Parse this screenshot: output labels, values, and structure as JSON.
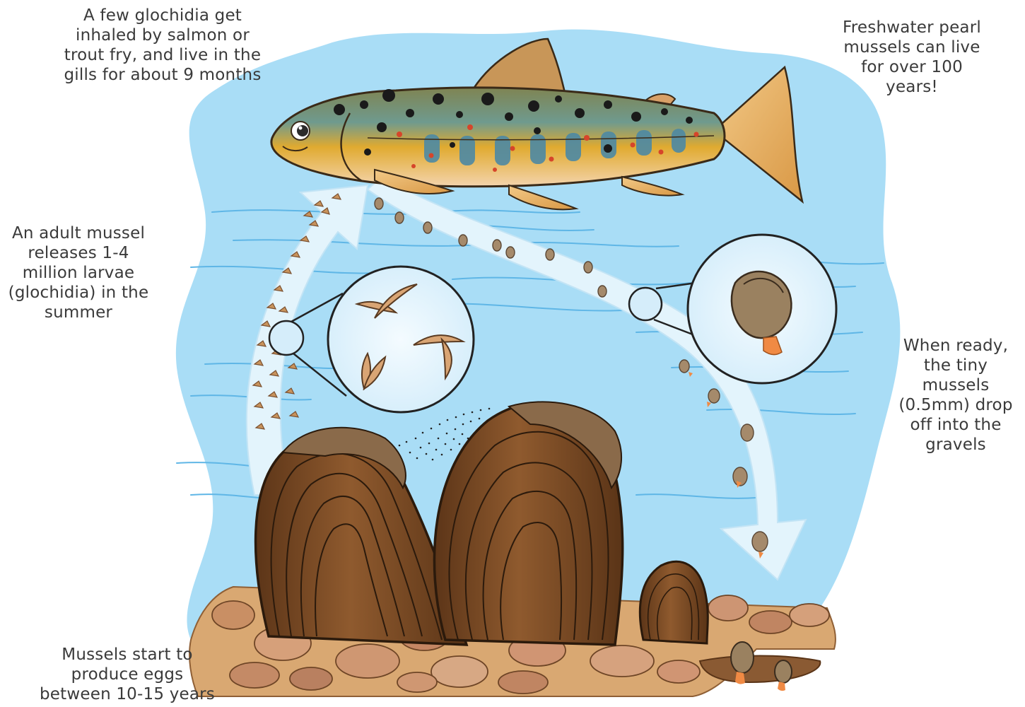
{
  "captions": {
    "fry_gills": [
      "A few glochidia get",
      "inhaled by salmon or",
      "trout fry, and live in the",
      "gills for about 9 months"
    ],
    "lifespan": [
      "Freshwater pearl",
      "mussels can live",
      "for over 100",
      "years!"
    ],
    "release": [
      "An adult mussel",
      "releases 1-4",
      "million larvae",
      "(glochidia) in the",
      "summer"
    ],
    "drop_off": [
      "When ready,",
      "the tiny",
      "mussels",
      "(0.5mm) drop",
      "off into the",
      "gravels"
    ],
    "eggs": [
      "Mussels start to",
      "produce eggs",
      "between 10-15 years"
    ]
  },
  "colors": {
    "water": "#a9ddf6",
    "water_line": "#5fb6e6",
    "arrow_fill": "#e3f4fc",
    "mussel_shell": "#7a4a26",
    "mussel_light": "#a9723f",
    "gravel": "#d9a872",
    "trout_back": "#8b8a5a",
    "trout_belly": "#f3cfa5",
    "trout_stripe": "#4d89a4",
    "trout_yellow": "#e2a72a",
    "spot_dark": "#1a1a1a",
    "spot_red": "#d6452a",
    "fin": "#e9b56a",
    "foot": "#f08a44",
    "text": "#3a3a3a"
  },
  "icons": [
    "trout-icon",
    "glochidia-icon",
    "juvenile-mussel-icon",
    "adult-mussel-icon",
    "gravel-icon",
    "magnifier-icon"
  ]
}
